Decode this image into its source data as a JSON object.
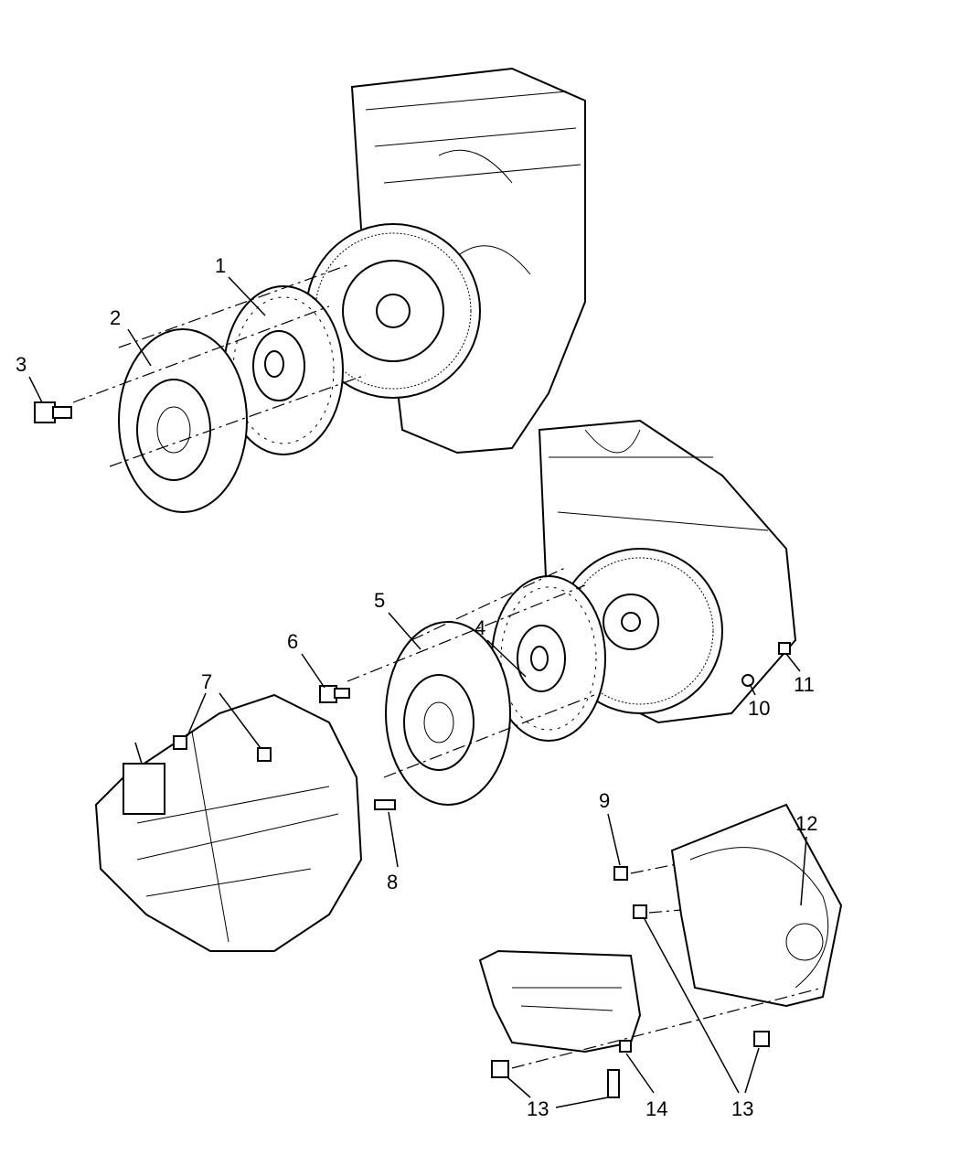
{
  "diagram": {
    "callouts": [
      {
        "id": "c1",
        "text": "1"
      },
      {
        "id": "c2",
        "text": "2"
      },
      {
        "id": "c3",
        "text": "3"
      },
      {
        "id": "c4",
        "text": "4"
      },
      {
        "id": "c5",
        "text": "5"
      },
      {
        "id": "c6",
        "text": "6"
      },
      {
        "id": "c7",
        "text": "7"
      },
      {
        "id": "c8",
        "text": "8"
      },
      {
        "id": "c9",
        "text": "9"
      },
      {
        "id": "c10",
        "text": "10"
      },
      {
        "id": "c11",
        "text": "11"
      },
      {
        "id": "c12",
        "text": "12"
      },
      {
        "id": "c13a",
        "text": "13"
      },
      {
        "id": "c14",
        "text": "14"
      },
      {
        "id": "c13b",
        "text": "13"
      }
    ]
  }
}
